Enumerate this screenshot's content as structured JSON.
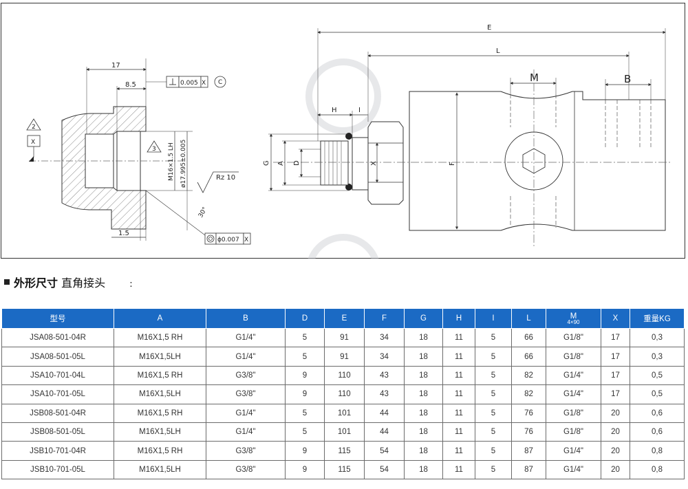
{
  "drawing": {
    "left_view": {
      "dim_17": "17",
      "dim_8_5": "8.5",
      "dim_1_5": "1.5",
      "tol_perp_value": "0.005",
      "tol_perp_ref": "X",
      "circle_c": "C",
      "datum_2": "2",
      "datum_x": "X",
      "datum_3": "3",
      "thread": "M16×1.5 LH",
      "bore": "ø17.995±0.005",
      "rz": "Rz 10",
      "angle": "30°",
      "tol_conc_value": "ϕ0.007",
      "tol_conc_ref": "X"
    },
    "right_view": {
      "E": "E",
      "L": "L",
      "M": "M",
      "B": "B",
      "H": "H",
      "I": "I",
      "G": "G",
      "A": "A",
      "D": "D",
      "X": "X",
      "F": "F"
    }
  },
  "section": {
    "title_bold": "外形尺寸",
    "title_normal": "直角接头",
    "colon": ":"
  },
  "table": {
    "headers": [
      {
        "label": "型号",
        "sub": ""
      },
      {
        "label": "A",
        "sub": ""
      },
      {
        "label": "B",
        "sub": ""
      },
      {
        "label": "D",
        "sub": ""
      },
      {
        "label": "E",
        "sub": ""
      },
      {
        "label": "F",
        "sub": ""
      },
      {
        "label": "G",
        "sub": ""
      },
      {
        "label": "H",
        "sub": ""
      },
      {
        "label": "I",
        "sub": ""
      },
      {
        "label": "L",
        "sub": ""
      },
      {
        "label": "M",
        "sub": "4×90"
      },
      {
        "label": "X",
        "sub": ""
      },
      {
        "label": "重量KG",
        "sub": ""
      }
    ],
    "rows": [
      [
        "JSA08-501-04R",
        "M16X1,5 RH",
        "G1/4\"",
        "5",
        "91",
        "34",
        "18",
        "11",
        "5",
        "66",
        "G1/8\"",
        "17",
        "0,3"
      ],
      [
        "JSA08-501-05L",
        "M16X1,5LH",
        "G1/4\"",
        "5",
        "91",
        "34",
        "18",
        "11",
        "5",
        "66",
        "G1/8\"",
        "17",
        "0,3"
      ],
      [
        "JSA10-701-04L",
        "M16X1,5 RH",
        "G3/8\"",
        "9",
        "110",
        "43",
        "18",
        "11",
        "5",
        "82",
        "G1/4\"",
        "17",
        "0,5"
      ],
      [
        "JSA10-701-05L",
        "M16X1,5LH",
        "G3/8\"",
        "9",
        "110",
        "43",
        "18",
        "11",
        "5",
        "82",
        "G1/4\"",
        "17",
        "0,5"
      ],
      [
        "JSB08-501-04R",
        "M16X1,5 RH",
        "G1/4\"",
        "5",
        "101",
        "44",
        "18",
        "11",
        "5",
        "76",
        "G1/8\"",
        "20",
        "0,6"
      ],
      [
        "JSB08-501-05L",
        "M16X1,5LH",
        "G1/4\"",
        "5",
        "101",
        "44",
        "18",
        "11",
        "5",
        "76",
        "G1/8\"",
        "20",
        "0,6"
      ],
      [
        "JSB10-701-04R",
        "M16X1,5 RH",
        "G3/8\"",
        "9",
        "115",
        "54",
        "18",
        "11",
        "5",
        "87",
        "G1/4\"",
        "20",
        "0,8"
      ],
      [
        "JSB10-701-05L",
        "M16X1,5LH",
        "G3/8\"",
        "9",
        "115",
        "54",
        "18",
        "11",
        "5",
        "87",
        "G1/4\"",
        "20",
        "0,8"
      ]
    ]
  }
}
